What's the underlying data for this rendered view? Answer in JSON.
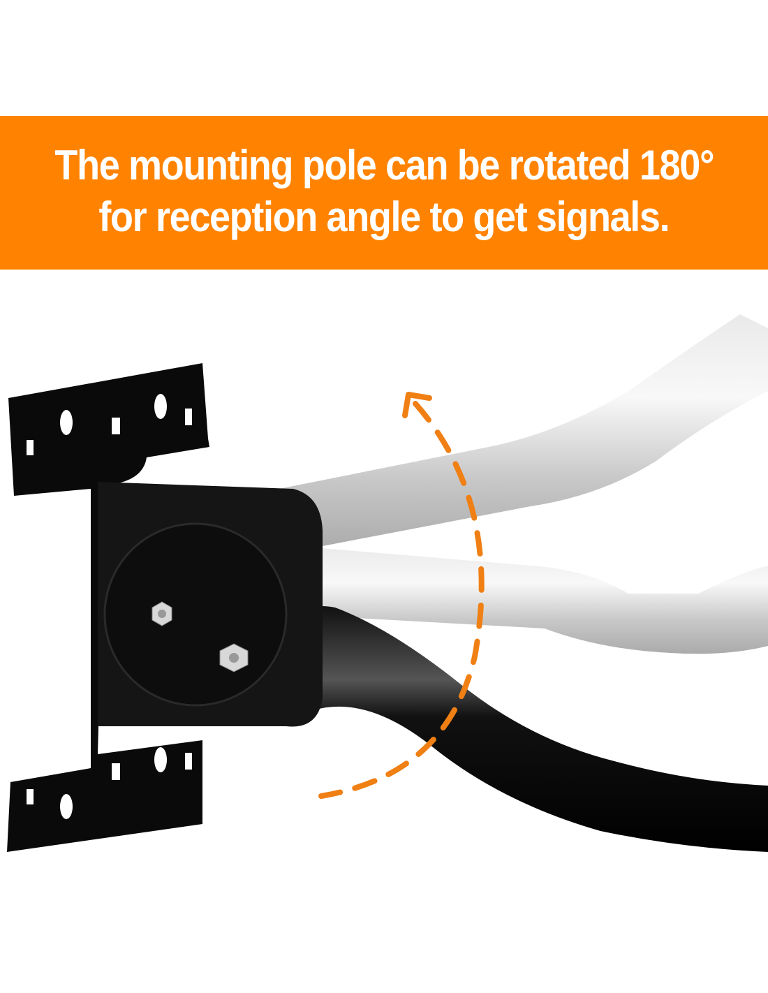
{
  "banner": {
    "line1": "The mounting pole can be rotated 180°",
    "line2": "for reception angle to get signals.",
    "color": "#FF8300"
  },
  "illustration": {
    "icons": [
      "wall-bracket",
      "mounting-pole",
      "rotation-arrow-icon"
    ],
    "rotation_degrees": 180
  }
}
